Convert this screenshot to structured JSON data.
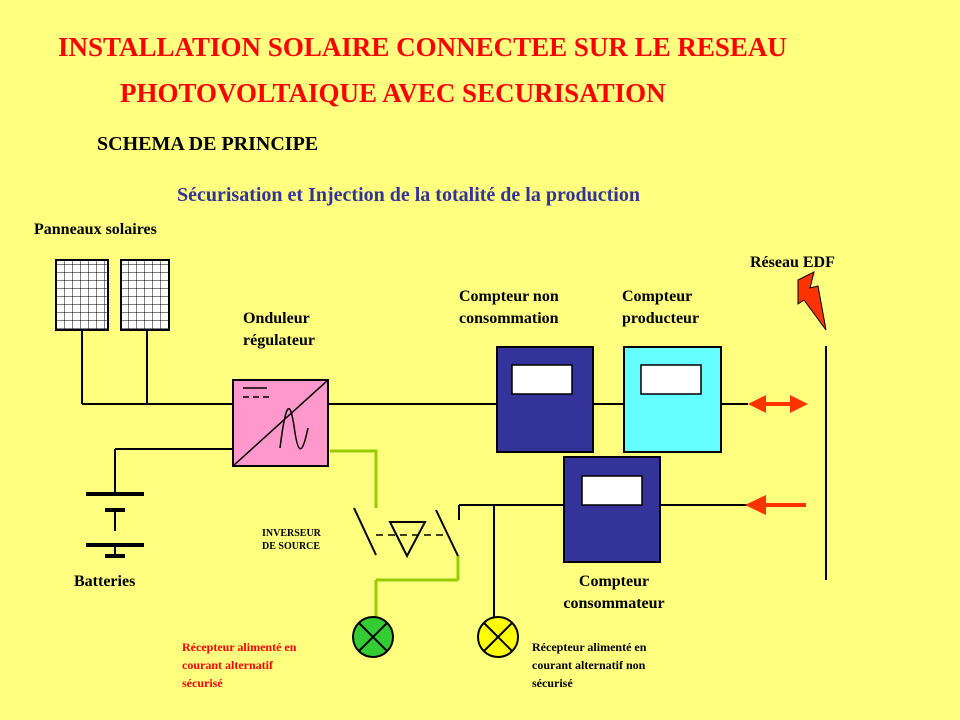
{
  "title": {
    "line1": "INSTALLATION SOLAIRE CONNECTEE SUR LE RESEAU",
    "line2": "PHOTOVOLTAIQUE AVEC SECURISATION"
  },
  "subtitle": "SCHEMA DE PRINCIPE",
  "heading": "Sécurisation et Injection de la totalité de la production",
  "labels": {
    "solar_panels": "Panneaux solaires",
    "grid": "Réseau EDF",
    "meter_non_consumption_1": "Compteur non",
    "meter_non_consumption_2": "consommation",
    "meter_producer_1": "Compteur",
    "meter_producer_2": "producteur",
    "inverter_1": "Onduleur",
    "inverter_2": "régulateur",
    "source_switch_1": "INVERSEUR",
    "source_switch_2": "DE  SOURCE",
    "batteries": "Batteries",
    "meter_consumer_1": "Compteur",
    "meter_consumer_2": "consommateur",
    "secured_load_1": "Récepteur alimenté en",
    "secured_load_2": "courant alternatif",
    "secured_load_3": "sécurisé",
    "unsecured_load_1": "Récepteur alimenté en",
    "unsecured_load_2": "courant alternatif non",
    "unsecured_load_3": "sécurisé"
  },
  "colors": {
    "background": "#FFFF80",
    "title": "#FF0000",
    "heading": "#333399",
    "meter_dark": "#333399",
    "meter_light": "#66FFFF",
    "inverter": "#FF99CC",
    "arrow": "#FF3300",
    "green_wire": "#99CC00",
    "secured_lamp": "#33CC33",
    "unsecured_lamp": "#FFFF00"
  }
}
